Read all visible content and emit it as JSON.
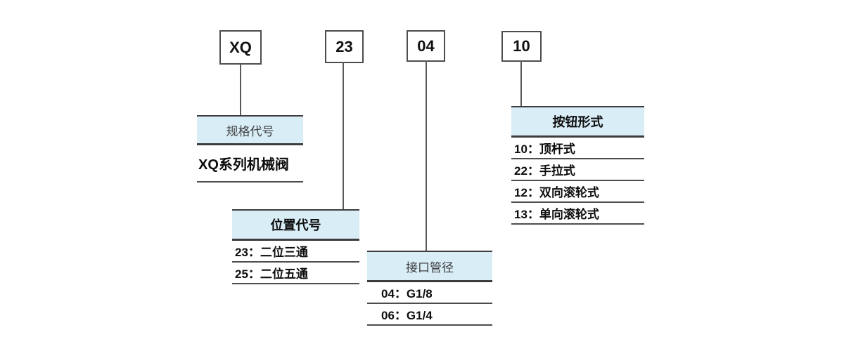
{
  "colors": {
    "header_fill": "#d9edf7",
    "line_color": "#595959",
    "border_color": "#3d3d3d",
    "row_text": "#0d0d0d",
    "muted_text": "#3d3d3d"
  },
  "code_boxes": [
    {
      "label": "XQ"
    },
    {
      "label": "23"
    },
    {
      "label": "04"
    },
    {
      "label": "10"
    }
  ],
  "sections": [
    {
      "title": "规格代号",
      "rows": [
        "XQ系列机械阀"
      ]
    },
    {
      "title": "位置代号",
      "rows": [
        "23：二位三通",
        "25：二位五通"
      ]
    },
    {
      "title": "接口管径",
      "rows": [
        "04：G1/8",
        "06：G1/4"
      ]
    },
    {
      "title": "按钮形式",
      "rows": [
        "10：顶杆式",
        "22：手拉式",
        "12：双向滚轮式",
        "13：单向滚轮式"
      ]
    }
  ]
}
